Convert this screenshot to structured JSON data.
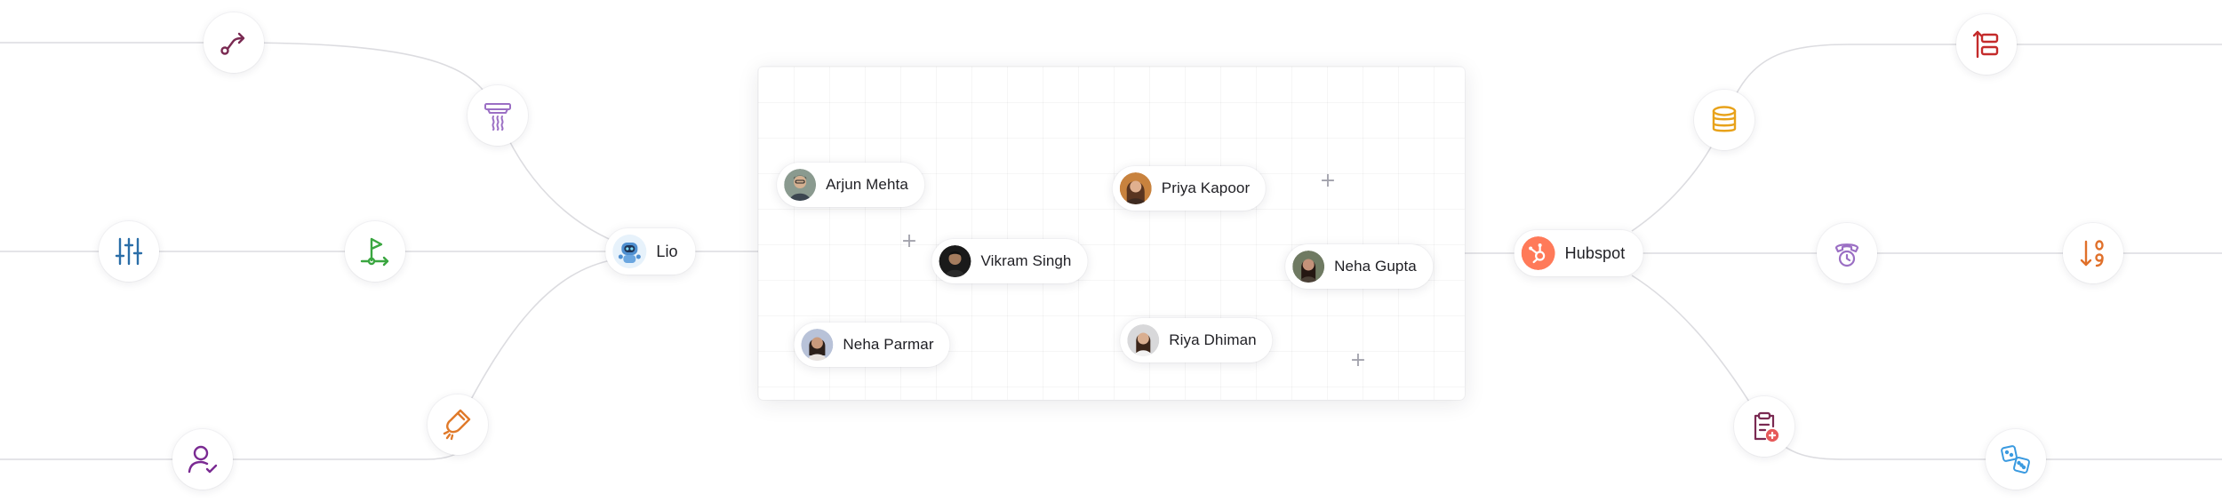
{
  "hub_left": {
    "label": "Lio",
    "avatar_icon": "robot-mascot-avatar"
  },
  "hub_right": {
    "label": "Hubspot",
    "logo_icon": "hubspot-logo-icon",
    "brand_color": "#ff7a59"
  },
  "people": [
    {
      "name": "Arjun Mehta",
      "avatar": "person-avatar-arjun"
    },
    {
      "name": "Vikram Singh",
      "avatar": "person-avatar-vikram"
    },
    {
      "name": "Neha Parmar",
      "avatar": "person-avatar-neha-parmar"
    },
    {
      "name": "Priya Kapoor",
      "avatar": "person-avatar-priya"
    },
    {
      "name": "Riya Dhiman",
      "avatar": "person-avatar-riya"
    },
    {
      "name": "Neha Gupta",
      "avatar": "person-avatar-neha-gupta"
    }
  ],
  "left_icons": [
    {
      "icon": "route-arrow-icon",
      "color": "#7a2a52"
    },
    {
      "icon": "heater-icon",
      "color": "#9b6fc4"
    },
    {
      "icon": "sliders-icon",
      "color": "#2a6ea8"
    },
    {
      "icon": "flag-path-icon",
      "color": "#3aa640"
    },
    {
      "icon": "magnet-icon",
      "color": "#e07a2a"
    },
    {
      "icon": "user-check-icon",
      "color": "#7a2a92"
    }
  ],
  "right_icons": [
    {
      "icon": "align-items-icon",
      "color": "#c42b2b"
    },
    {
      "icon": "database-icon",
      "color": "#e8a21a"
    },
    {
      "icon": "phone-clock-icon",
      "color": "#9b6fc4"
    },
    {
      "icon": "sort-numeric-icon",
      "color": "#e0702a"
    },
    {
      "icon": "clipboard-add-icon",
      "color": "#7a2a52"
    },
    {
      "icon": "dice-icon",
      "color": "#3a9ae0"
    }
  ],
  "colors": {
    "line": "#dcdce0",
    "plus": "#a2a2ac"
  }
}
